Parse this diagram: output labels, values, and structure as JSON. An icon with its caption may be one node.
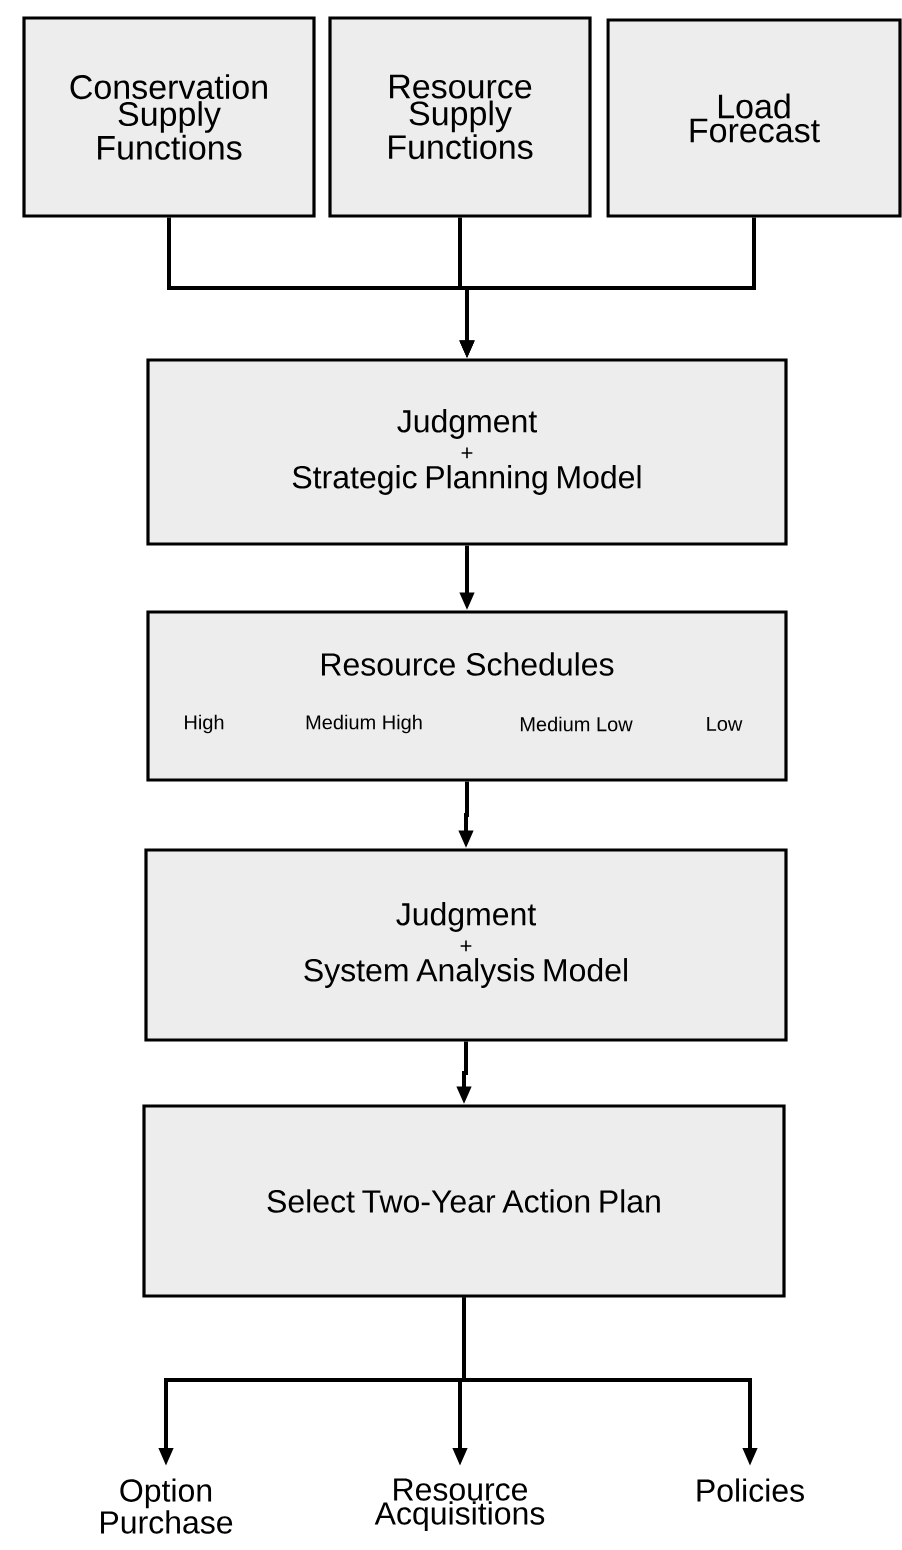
{
  "diagram": {
    "nodes": [
      {
        "text": [
          "Conservation Supply Functions"
        ]
      },
      {
        "text": [
          "Resource Supply Functions"
        ]
      },
      {
        "text": [
          "Load Forecast"
        ]
      },
      {
        "text": [
          "Judgment",
          "+",
          "Strategic Planning Model"
        ]
      },
      {
        "text": [
          "Resource Schedules",
          "High",
          "Medium High",
          "Medium Low",
          "Low"
        ]
      },
      {
        "text": [
          "Judgment",
          "+",
          "System Analysis Model"
        ]
      },
      {
        "text": [
          "Select Two-Year Action Plan"
        ]
      },
      {
        "text": [
          "Option Purchase"
        ]
      },
      {
        "text": [
          "Resource Acquisitions"
        ]
      },
      {
        "text": [
          "Policies"
        ]
      }
    ],
    "edges": [
      {
        "from": 0,
        "to": 3,
        "arrow": "to"
      },
      {
        "from": 1,
        "to": 3,
        "arrow": "to"
      },
      {
        "from": 2,
        "to": 3,
        "arrow": "to"
      },
      {
        "from": 3,
        "to": 4,
        "arrow": "to"
      },
      {
        "from": 4,
        "to": 5,
        "arrow": "to"
      },
      {
        "from": 5,
        "to": 6,
        "arrow": "to"
      },
      {
        "from": 6,
        "to": 7,
        "arrow": "to"
      },
      {
        "from": 6,
        "to": 8,
        "arrow": "to"
      },
      {
        "from": 6,
        "to": 9,
        "arrow": "to"
      }
    ]
  }
}
